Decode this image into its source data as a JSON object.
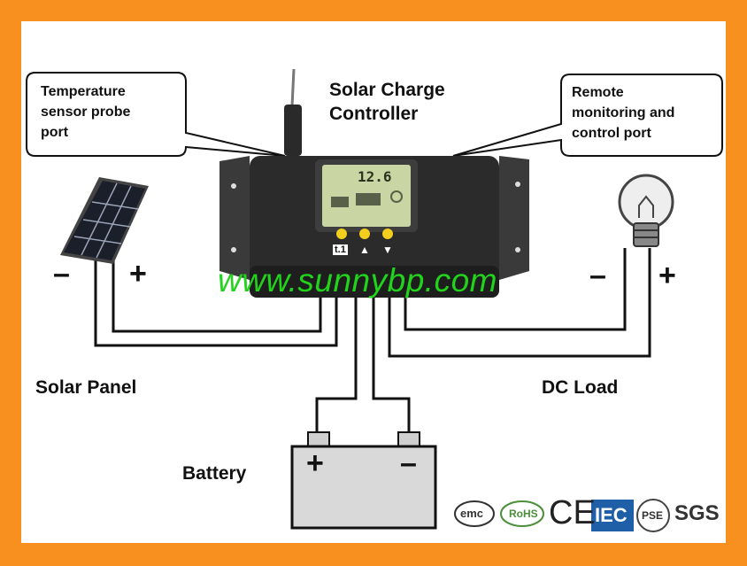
{
  "title": "Solar Charge\nController",
  "callouts": {
    "temperature": "Temperature\nsensor probe\nport",
    "remote": "Remote\nmonitoring and\ncontrol port"
  },
  "labels": {
    "solar_panel": "Solar Panel",
    "dc_load": "DC Load",
    "battery": "Battery"
  },
  "signs": {
    "panel_minus": "–",
    "panel_plus": "+",
    "load_minus": "–",
    "load_plus": "+",
    "battery_plus": "+",
    "battery_minus": "–"
  },
  "lcd_value": "12.6",
  "button_labels": [
    "t.1",
    "▲",
    "▼"
  ],
  "watermark": "www.sunnybp.com",
  "certifications": [
    "emc",
    "RoHS",
    "CE",
    "IEC",
    "PSE",
    "SGS"
  ],
  "colors": {
    "frame": "#f7901e",
    "background": "#ffffff",
    "watermark": "#22d31c",
    "controller_body": "#2b2b2b",
    "lcd_screen": "#c9d6a4",
    "battery_body": "#d9d9d9",
    "iec_blue": "#1f5fa8"
  },
  "icons": [
    "solar-panel-icon",
    "light-bulb-icon",
    "battery-icon",
    "charge-controller-icon"
  ]
}
